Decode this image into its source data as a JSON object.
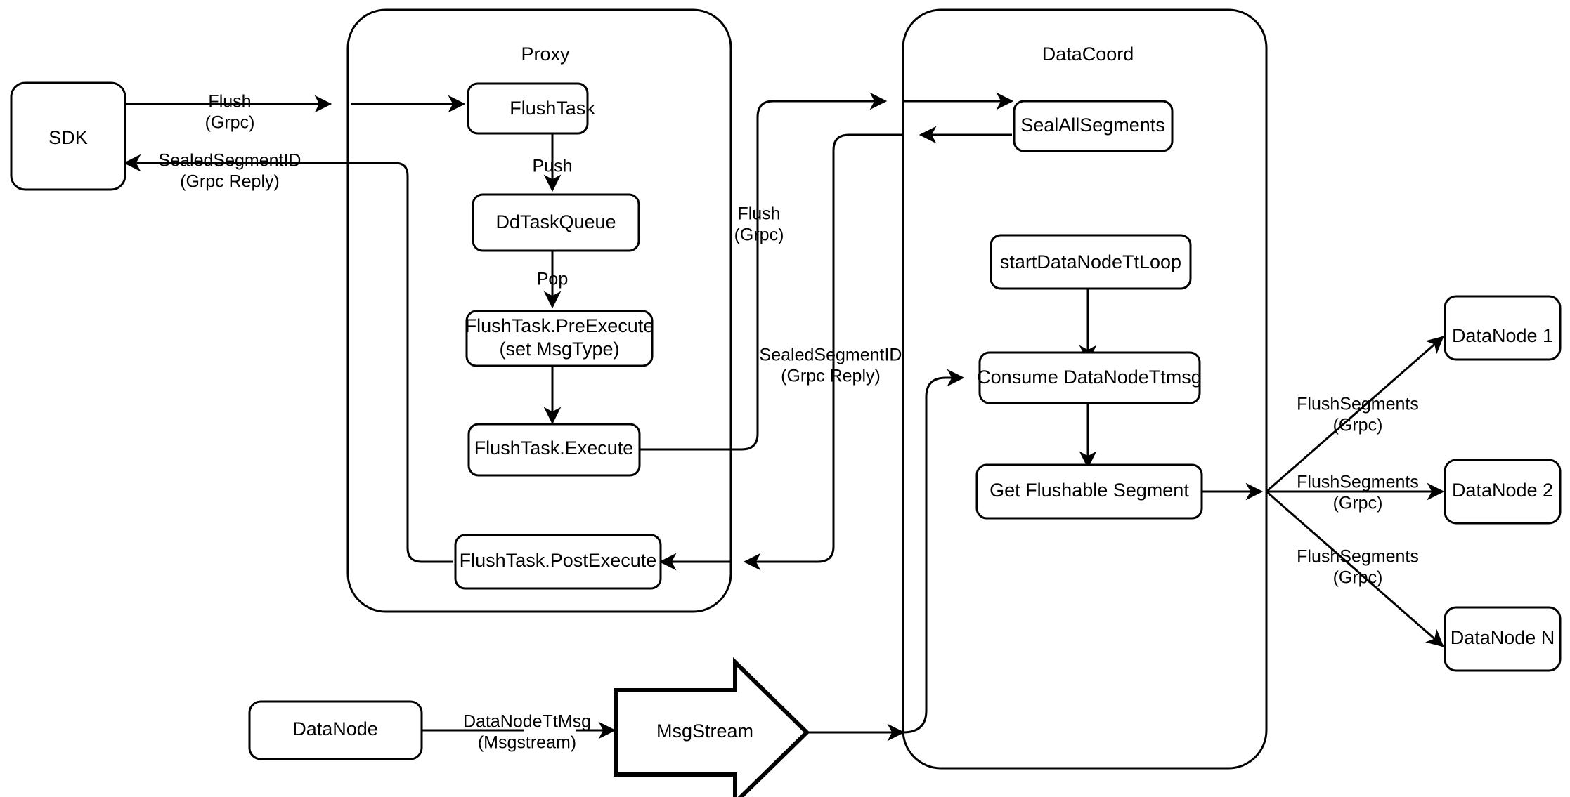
{
  "diagram": {
    "title": "Milvus Flush Sequence Flow",
    "background_color": "#ffffff",
    "stroke_color": "#000000",
    "containers": [
      {
        "id": "proxy",
        "label": "Proxy"
      },
      {
        "id": "datacoord",
        "label": "DataCoord"
      }
    ],
    "nodes": [
      {
        "id": "sdk",
        "label": "SDK"
      },
      {
        "id": "flushtask",
        "label": "FlushTask"
      },
      {
        "id": "ddtaskqueue",
        "label": "DdTaskQueue"
      },
      {
        "id": "preexecute_line1",
        "label": "FlushTask.PreExecute"
      },
      {
        "id": "preexecute_line2",
        "label": "(set MsgType)"
      },
      {
        "id": "execute",
        "label": "FlushTask.Execute"
      },
      {
        "id": "postexecute",
        "label": "FlushTask.PostExecute"
      },
      {
        "id": "sealallsegments",
        "label": "SealAllSegments"
      },
      {
        "id": "startdatanodettloop",
        "label": "startDataNodeTtLoop"
      },
      {
        "id": "consumedatanodettmsg",
        "label": "Consume DataNodeTtmsg"
      },
      {
        "id": "getflushablesegment",
        "label": "Get Flushable Segment"
      },
      {
        "id": "datanode1",
        "label": "DataNode 1"
      },
      {
        "id": "datanode2",
        "label": "DataNode 2"
      },
      {
        "id": "datanoden",
        "label": "DataNode N"
      },
      {
        "id": "datanode_src",
        "label": "DataNode"
      },
      {
        "id": "msgstream",
        "label": "MsgStream"
      }
    ],
    "edge_labels": {
      "flush_grpc_l1": "Flush",
      "flush_grpc_l2": "(Grpc)",
      "sealed_reply_l1": "SealedSegmentID",
      "sealed_reply_l2": "(Grpc Reply)",
      "push": "Push",
      "pop": "Pop",
      "flush_mid_l1": "Flush",
      "flush_mid_l2": "(Grpc)",
      "sealed_mid_l1": "SealedSegmentID",
      "sealed_mid_l2": "(Grpc Reply)",
      "flushsegments1_l1": "FlushSegments",
      "flushsegments1_l2": "(Grpc)",
      "flushsegments2_l1": "FlushSegments",
      "flushsegments2_l2": "(Grpc)",
      "flushsegmentsn_l1": "FlushSegments",
      "flushsegmentsn_l2": "(Grpc)",
      "datanodettmsg_l1": "DataNodeTtMsg",
      "datanodettmsg_l2": "(Msgstream)"
    }
  }
}
